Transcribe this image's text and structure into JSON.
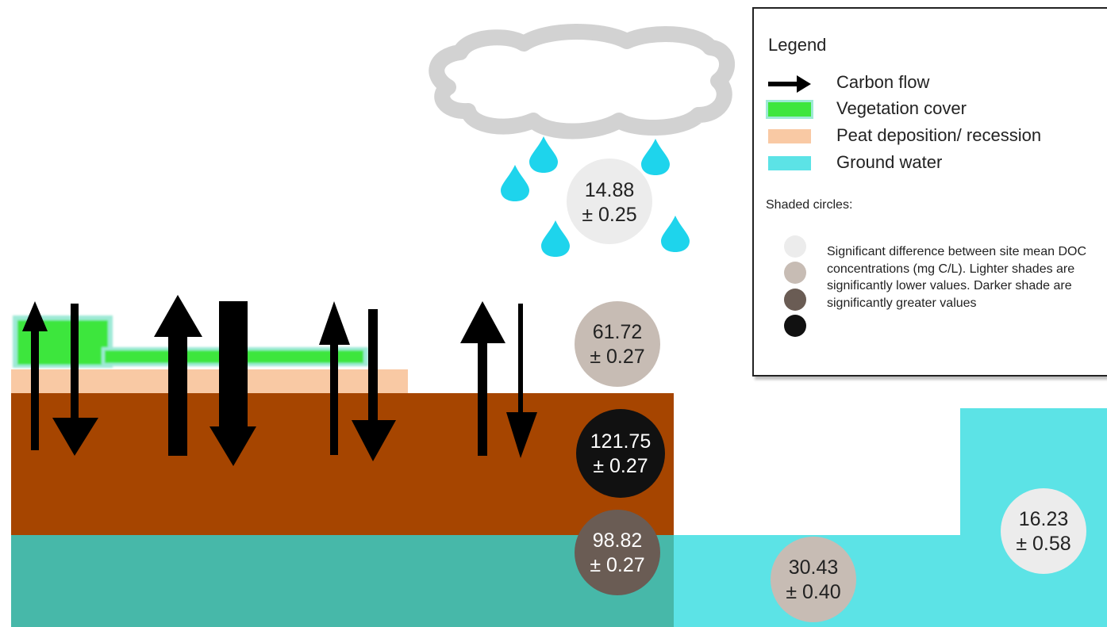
{
  "legend": {
    "title": "Legend",
    "items": [
      {
        "label": "Carbon flow",
        "icon": "arrow-right-icon",
        "color": "#000000"
      },
      {
        "label": "Vegetation cover",
        "color": "#3ee63e"
      },
      {
        "label": "Peat deposition/ recession",
        "color": "#f9c9a4"
      },
      {
        "label": "Ground water",
        "color": "#5ce3e6"
      }
    ],
    "shaded_title": "Shaded circles:",
    "shaded_note": "Significant difference between site mean DOC concentrations (mg C/L). Lighter shades are significantly lower values. Darker shade are significantly greater values",
    "shade_colors": [
      "#ececec",
      "#c7bcb4",
      "#6a5c54",
      "#111111"
    ]
  },
  "measurements": [
    {
      "value": "14.88",
      "error": "± 0.25",
      "location": "rainwater",
      "color": "#ececec"
    },
    {
      "value": "61.72",
      "error": "± 0.27",
      "location": "peat-surface",
      "color": "#c7bcb4"
    },
    {
      "value": "121.75",
      "error": "± 0.27",
      "location": "peat-body",
      "color": "#111111"
    },
    {
      "value": "98.82",
      "error": "± 0.27",
      "location": "peat-groundwater",
      "color": "#6a5c54"
    },
    {
      "value": "30.43",
      "error": "± 0.40",
      "location": "groundwater-middle",
      "color": "#c7bcb4"
    },
    {
      "value": "16.23",
      "error": "± 0.58",
      "location": "groundwater-right",
      "color": "#ececec"
    }
  ],
  "colors": {
    "peat": "#a64500",
    "groundwater_under_peat": "#47b8a9",
    "groundwater": "#5ce3e6",
    "vegetation": "#3ee63e",
    "peat_deposition": "#f9c9a4",
    "cloud_stroke": "#d2d2d2",
    "raindrop": "#1ed4ec"
  }
}
